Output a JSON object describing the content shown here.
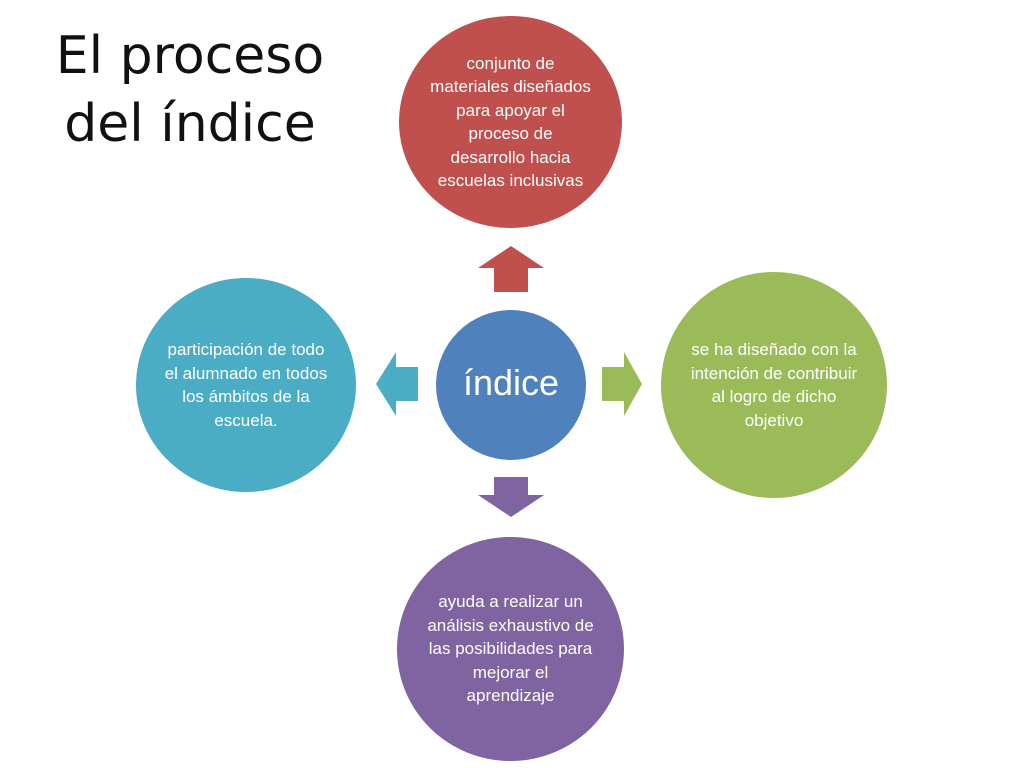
{
  "title": {
    "line1": "El proceso",
    "line2": "del índice"
  },
  "colors": {
    "center": "#4F81BD",
    "top": "#C0504D",
    "right": "#9BBB59",
    "bottom": "#8064A2",
    "left": "#4BACC6"
  },
  "diagram": {
    "center": {
      "label": "índice"
    },
    "top": {
      "text": "conjunto de materiales diseñados para apoyar el proceso de desarrollo hacia escuelas inclusivas"
    },
    "right": {
      "text": "se ha diseñado con la intención de contribuir al logro de dicho objetivo"
    },
    "bottom": {
      "text": "ayuda a realizar un análisis exhaustivo de las posibilidades para mejorar el aprendizaje"
    },
    "left": {
      "text": "participación de todo el alumnado en todos los ámbitos de la escuela."
    }
  }
}
